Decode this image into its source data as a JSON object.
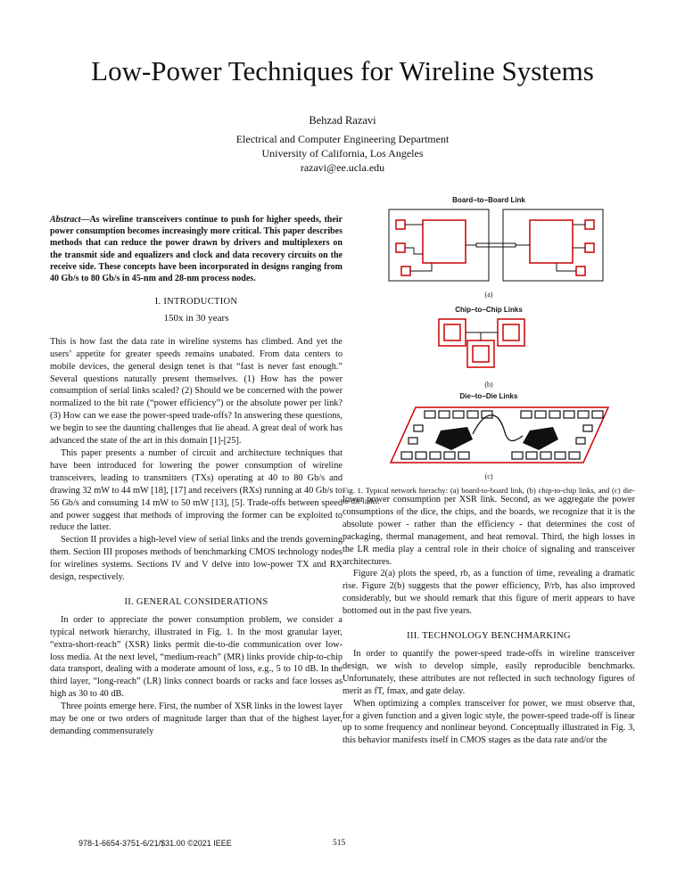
{
  "paper": {
    "title": "Low-Power Techniques for Wireline Systems",
    "author": "Behzad Razavi",
    "affiliation_lines": [
      "Electrical and Computer Engineering Department",
      "University of California, Los Angeles",
      "razavi@ee.ucla.edu"
    ],
    "abstract_label": "Abstract",
    "abstract_text": "—As wireline transceivers continue to push for higher speeds, their power consumption becomes increasingly more critical. This paper describes methods that can reduce the power drawn by drivers and multiplexers on the transmit side and equalizers and clock and data recovery circuits on the receive side. These concepts have been incorporated in designs ranging from 40 Gb/s to 80 Gb/s in 45-nm and 28-nm process nodes.",
    "sec1_heading": "I. INTRODUCTION",
    "sec1_lead": "150x in 30 years",
    "sec1_paragraphs": [
      "This is how fast the data rate in wireline systems has climbed. And yet the users’ appetite for greater speeds remains unabated. From data centers to mobile devices, the general design tenet is that “fast is never fast enough.” Several questions naturally present themselves. (1) How has the power consumption of serial links scaled? (2) Should we be concerned with the power normalized to the bit rate (“power efficiency”) or the absolute power per link? (3) How can we ease the power-speed trade-offs? In answering these questions, we begin to see the daunting challenges that lie ahead. A great deal of work has advanced the state of the art in this domain [1]-[25].",
      "This paper presents a number of circuit and architecture techniques that have been introduced for lowering the power consumption of wireline transceivers, leading to transmitters (TXs) operating at 40 to 80 Gb/s and drawing 32 mW to 44 mW [18], [17] and receivers (RXs) running at 40 Gb/s to 56 Gb/s and consuming 14 mW to 50 mW [13], [5]. Trade-offs between speed and power suggest that methods of improving the former can be exploited to reduce the latter.",
      "Section II provides a high-level view of serial links and the trends governing them. Section III proposes methods of benchmarking CMOS technology nodes for wirelines systems. Sections IV and V delve into low-power TX and RX design, respectively."
    ],
    "sec2_heading": "II. GENERAL CONSIDERATIONS",
    "sec2_paragraphs": [
      "In order to appreciate the power consumption problem, we consider a typical network hierarchy, illustrated in Fig. 1. In the most granular layer, “extra-short-reach” (XSR) links permit die-to-die communication over low-loss media. At the next level, “medium-reach” (MR) links provide chip-to-chip data transport, dealing with a moderate amount of loss, e.g., 5 to 10 dB. In the third layer, “long-reach” (LR) links connect boards or racks and face losses as high as 30 to 40 dB.",
      "Three points emerge here. First, the number of XSR links in the lowest layer may be one or two orders of magnitude larger than that of the highest layer, demanding commensurately"
    ],
    "right_paragraphs": [
      "lower power consumption per XSR link. Second, as we aggregate the power consumptions of the dice, the chips, and the boards, we recognize that it is the absolute power - rather than the efficiency - that determines the cost of packaging, thermal management, and heat removal. Third, the high losses in the LR media play a central role in their choice of signaling and transceiver architectures.",
      "Figure 2(a) plots the speed, rb, as a function of time, revealing a dramatic rise. Figure 2(b) suggests that the power efficiency, P/rb, has also improved considerably, but we should remark that this figure of merit appears to have bottomed out in the past five years."
    ],
    "sec3_heading": "III. TECHNOLOGY BENCHMARKING",
    "sec3_paragraphs": [
      "In order to quantify the power-speed trade-offs in wireline transceiver design, we wish to develop simple, easily reproducible benchmarks. Unfortunately, these attributes are not reflected in such technology figures of merit as fT, fmax, and gate delay.",
      "When optimizing a complex transceiver for power, we must observe that, for a given function and a given logic style, the power-speed trade-off is linear up to some frequency and nonlinear beyond. Conceptually illustrated in Fig. 3, this behavior manifests itself in CMOS stages as the data rate and/or the"
    ],
    "figure": {
      "panel_a_title": "Board−to−Board Link",
      "panel_a_label": "(a)",
      "panel_b_title": "Chip−to−Chip Links",
      "panel_b_label": "(b)",
      "panel_c_title": "Die−to−Die Links",
      "panel_c_label": "(c)",
      "caption": "Fig. 1.   Typical network hierachy: (a) board-to-board link, (b) chip-to-chip links, and (c) die-to-die links."
    },
    "footer_left": "978-1-6654-3751-6/21/$31.00 ©2021 IEEE",
    "page_number": "515"
  }
}
